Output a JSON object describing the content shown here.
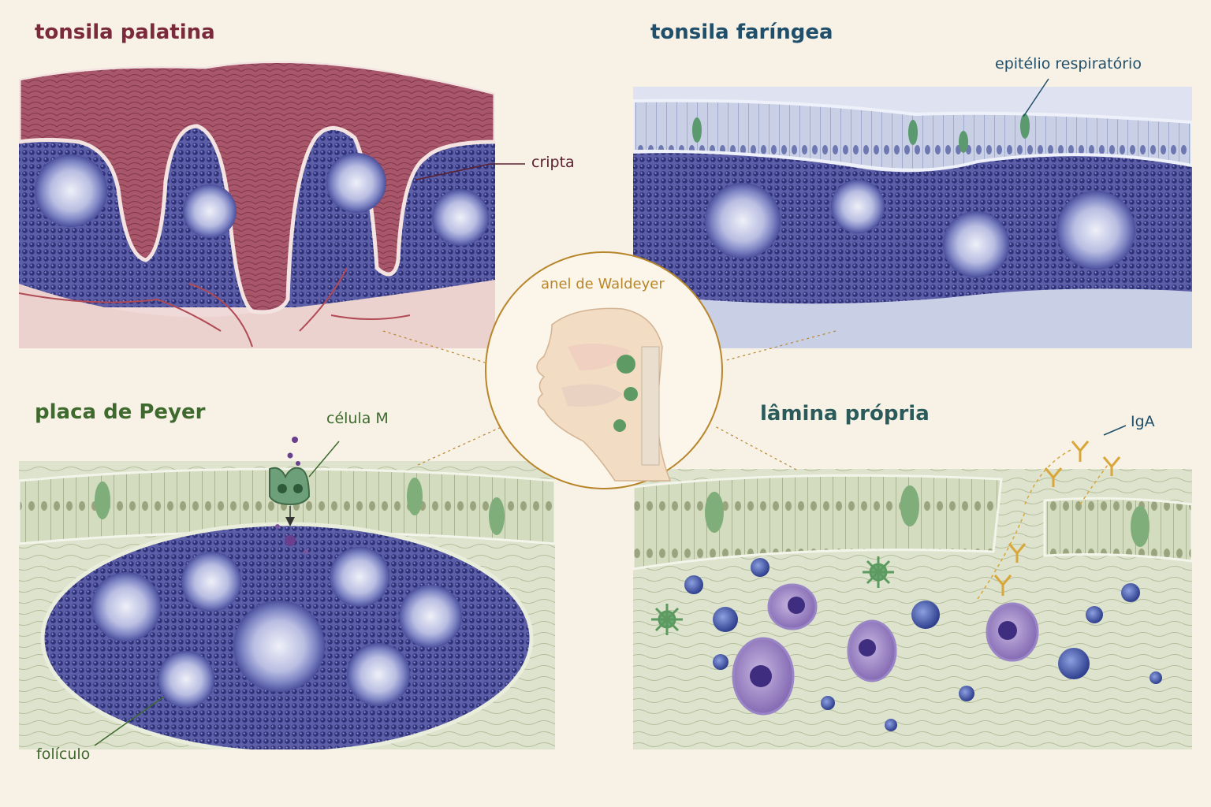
{
  "panels": {
    "palatine": {
      "title": "tonsila palatina",
      "label": "cripta"
    },
    "pharyngeal": {
      "title": "tonsila faríngea",
      "label": "epitélio respiratório"
    },
    "peyer": {
      "title": "placa de Peyer",
      "label_cell": "célula M",
      "label_follicle": "folículo"
    },
    "lamina": {
      "title": "lâmina própria",
      "label": "IgA"
    }
  },
  "center": {
    "label": "anel de Waldeyer"
  },
  "colors": {
    "background": "#f7f1e6",
    "palatine_epithelium": "#a8566a",
    "lymphoid": "#4b4f9c",
    "columnar_epithelium": "#c9d3b3",
    "pharyngeal_tissue": "#9aa6cf",
    "accent_gold": "#b8862a"
  }
}
